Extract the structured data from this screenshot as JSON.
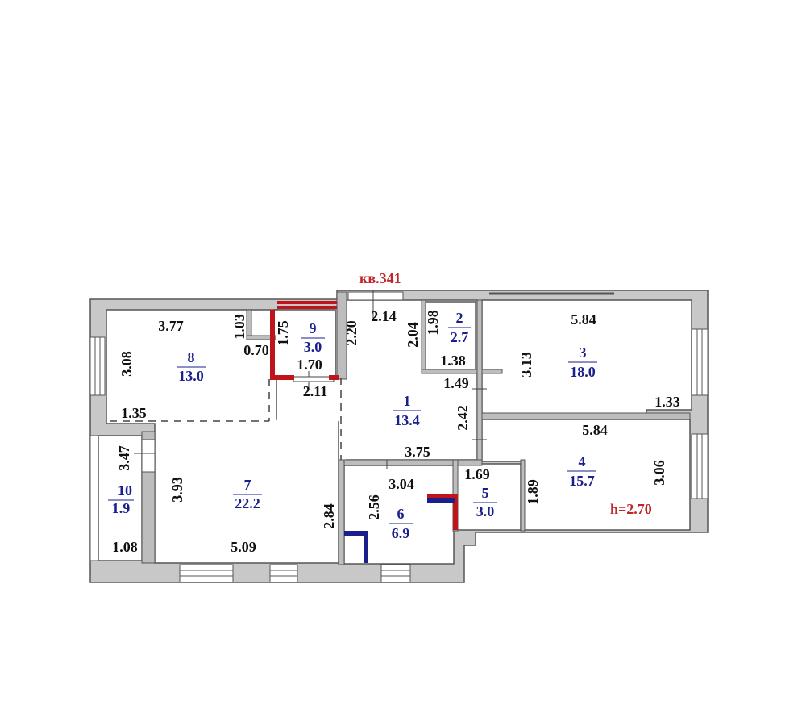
{
  "plan": {
    "apartment_label": "кв.341",
    "ceiling_height": "h=2.70",
    "colors": {
      "walls": "#c8c8c8",
      "room_number": "#1a1f8c",
      "label_red": "#c0252a",
      "new_wall_red": "#c0141b",
      "new_wall_blue": "#1a1f8c"
    },
    "rooms": [
      {
        "number": "1",
        "area": "13.4"
      },
      {
        "number": "2",
        "area": "2.7"
      },
      {
        "number": "3",
        "area": "18.0"
      },
      {
        "number": "4",
        "area": "15.7"
      },
      {
        "number": "5",
        "area": "3.0"
      },
      {
        "number": "6",
        "area": "6.9"
      },
      {
        "number": "7",
        "area": "22.2"
      },
      {
        "number": "8",
        "area": "13.0"
      },
      {
        "number": "9",
        "area": "3.0"
      },
      {
        "number": "10",
        "area": "1.9"
      }
    ],
    "dimensions": {
      "r8_top": "3.77",
      "r8_left": "3.08",
      "r8_bottom": "1.35",
      "r8_niche_h": "1.03",
      "r8_niche_w": "0.70",
      "r9_left": "1.75",
      "r9_bottom": "1.70",
      "r9_below": "2.11",
      "r1_left": "2.20",
      "r1_top": "2.14",
      "r1_right": "2.04",
      "r1_right2": "2.42",
      "r1_bottom": "3.75",
      "r2_h": "1.98",
      "r2_w": "1.38",
      "r2_below": "1.49",
      "r3_top": "5.84",
      "r3_left": "3.13",
      "r3_bottom": "1.33",
      "r4_top": "5.84",
      "r4_right": "3.06",
      "r4_left": "1.89",
      "r5_top": "1.69",
      "r6_top": "3.04",
      "r6_left": "2.56",
      "r6_outer": "2.84",
      "r7_left": "3.93",
      "r7_bottom": "5.09",
      "r10_h": "3.47",
      "r10_w": "1.08"
    }
  }
}
